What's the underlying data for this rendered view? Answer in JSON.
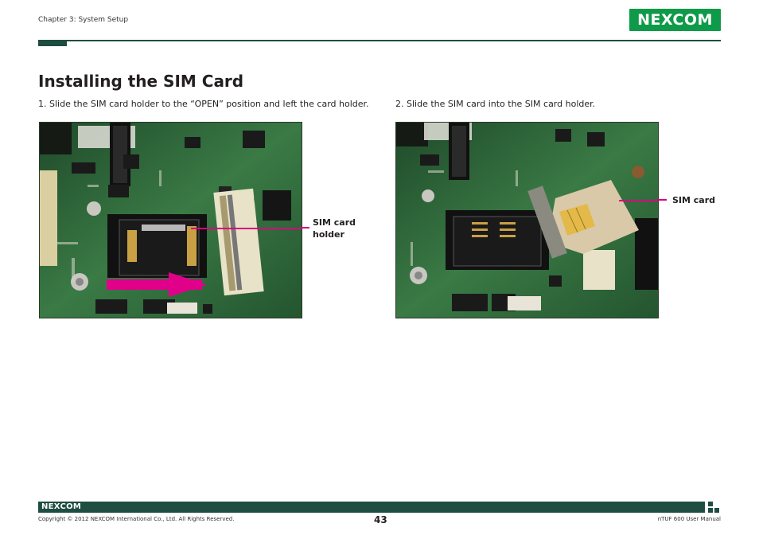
{
  "header": {
    "chapter": "Chapter 3: System Setup",
    "logo_text": "NEXCOM"
  },
  "page": {
    "title": "Installing the SIM Card"
  },
  "steps": [
    {
      "text": "1.  Slide the SIM card holder to the “OPEN” position and left the card holder.",
      "callout": "SIM card holder",
      "callout_line1": "SIM card",
      "callout_line2": "holder"
    },
    {
      "text": "2.  Slide the SIM card into the SIM card holder.",
      "callout": "SIM card"
    }
  ],
  "footer": {
    "logo_text": "NEXCOM",
    "copyright": "Copyright © 2012 NEXCOM International Co., Ltd. All Rights Reserved.",
    "page_number": "43",
    "manual_name": "nTUF 600 User Manual"
  },
  "colors": {
    "brand_green": "#0f9a49",
    "rule_dark_green": "#1e4d41",
    "callout_magenta": "#d6007f",
    "pcb_green": "#2f6b3a"
  },
  "icons": [
    "nexcom-logo",
    "footer-squares-icon",
    "arrow-right-icon"
  ]
}
